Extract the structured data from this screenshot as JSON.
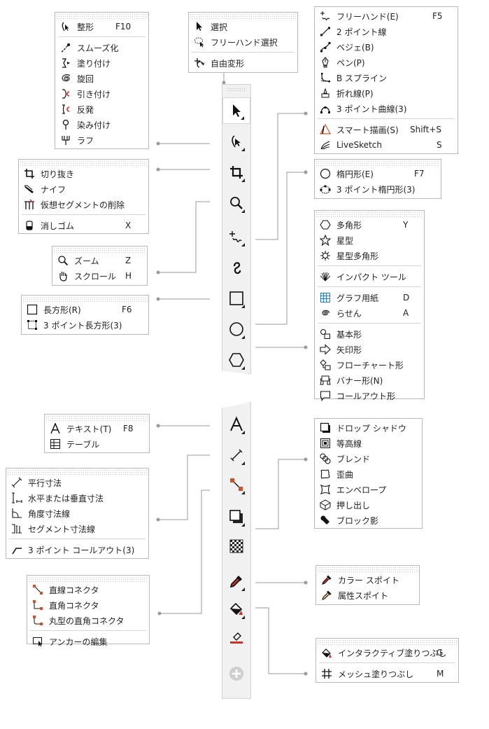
{
  "colors": {
    "accent": "#c8322d",
    "line": "#9a9a9a",
    "dot": "#9a9a9a"
  },
  "toolbox_top": {
    "tools": [
      {
        "name": "pick-tool",
        "icon": "arrow-icon"
      },
      {
        "name": "shape-tool",
        "icon": "shape-edit-icon"
      },
      {
        "name": "crop-tool",
        "icon": "crop-icon"
      },
      {
        "name": "zoom-tool",
        "icon": "magnifier-icon"
      },
      {
        "name": "freehand-tool",
        "icon": "freehand-icon"
      },
      {
        "name": "artistic-media-tool",
        "icon": "artistic-media-icon"
      },
      {
        "name": "rectangle-tool",
        "icon": "rectangle-icon"
      },
      {
        "name": "ellipse-tool",
        "icon": "ellipse-icon"
      },
      {
        "name": "polygon-tool",
        "icon": "polygon-icon"
      }
    ]
  },
  "toolbox_bottom": {
    "tools": [
      {
        "name": "text-tool",
        "icon": "text-icon"
      },
      {
        "name": "dimension-tool",
        "icon": "dimension-icon"
      },
      {
        "name": "connector-tool",
        "icon": "connector-icon"
      },
      {
        "name": "drop-shadow-tool",
        "icon": "drop-shadow-icon"
      },
      {
        "name": "transparency-tool",
        "icon": "checker-icon"
      },
      {
        "name": "eyedropper-tool",
        "icon": "eyedropper-icon"
      },
      {
        "name": "interactive-fill-tool",
        "icon": "fill-bucket-icon"
      },
      {
        "name": "smart-fill-tool",
        "icon": "smart-fill-icon"
      },
      {
        "name": "add-tool",
        "icon": "plus-circle-icon"
      }
    ]
  },
  "menus": {
    "pick": {
      "items": [
        {
          "label": "選択",
          "icon": "arrow-icon"
        },
        {
          "label": "フリーハンド選択",
          "icon": "freehand-select-icon"
        },
        {
          "label": "自由変形",
          "icon": "free-transform-icon"
        }
      ]
    },
    "shape": {
      "items": [
        {
          "label": "整形",
          "key": "F10",
          "icon": "shape-edit-icon"
        },
        {
          "label": "スムーズ化",
          "icon": "smooth-icon"
        },
        {
          "label": "塗り付け",
          "icon": "smudge-icon"
        },
        {
          "label": "旋回",
          "icon": "twirl-icon"
        },
        {
          "label": "引き付け",
          "icon": "attract-icon"
        },
        {
          "label": "反発",
          "icon": "repel-icon"
        },
        {
          "label": "染み付け",
          "icon": "smear-icon"
        },
        {
          "label": "ラフ",
          "icon": "roughen-icon"
        }
      ]
    },
    "crop": {
      "items": [
        {
          "label": "切り抜き",
          "icon": "crop-icon"
        },
        {
          "label": "ナイフ",
          "icon": "knife-icon"
        },
        {
          "label": "仮想セグメントの削除",
          "icon": "virtual-segment-delete-icon"
        },
        {
          "label": "消しゴム",
          "key": "X",
          "icon": "eraser-icon"
        }
      ]
    },
    "zoom": {
      "items": [
        {
          "label": "ズーム",
          "key": "Z",
          "icon": "magnifier-icon"
        },
        {
          "label": "スクロール",
          "key": "H",
          "icon": "hand-icon"
        }
      ]
    },
    "rect": {
      "items": [
        {
          "label": "長方形(R)",
          "key": "F6",
          "icon": "rectangle-icon"
        },
        {
          "label": "3 ポイント長方形(3)",
          "icon": "rectangle-3point-icon"
        }
      ]
    },
    "freehand": {
      "items": [
        {
          "label": "フリーハンド(E)",
          "key": "F5",
          "icon": "freehand-icon"
        },
        {
          "label": "2 ポイント線",
          "icon": "two-point-line-icon"
        },
        {
          "label": "ベジェ(B)",
          "icon": "bezier-icon"
        },
        {
          "label": "ペン(P)",
          "icon": "pen-icon"
        },
        {
          "label": "B スプライン",
          "icon": "b-spline-icon"
        },
        {
          "label": "折れ線(P)",
          "icon": "polyline-icon"
        },
        {
          "label": "3 ポイント曲線(3)",
          "icon": "three-point-curve-icon"
        },
        {
          "label": "スマート描画(S)",
          "key": "Shift+S",
          "icon": "smart-drawing-icon"
        },
        {
          "label": "LiveSketch",
          "key": "S",
          "icon": "livesketch-icon"
        }
      ]
    },
    "ellipse": {
      "items": [
        {
          "label": "楕円形(E)",
          "key": "F7",
          "icon": "ellipse-icon"
        },
        {
          "label": "3 ポイント楕円形(3)",
          "icon": "ellipse-3point-icon"
        }
      ]
    },
    "polygon": {
      "items": [
        {
          "label": "多角形",
          "key": "Y",
          "icon": "polygon-icon"
        },
        {
          "label": "星型",
          "icon": "star-icon"
        },
        {
          "label": "星型多角形",
          "icon": "complex-star-icon"
        },
        {
          "label": "インパクト ツール",
          "icon": "impact-icon"
        },
        {
          "label": "グラフ用紙",
          "key": "D",
          "icon": "graph-paper-icon"
        },
        {
          "label": "らせん",
          "key": "A",
          "icon": "spiral-icon"
        },
        {
          "label": "基本形",
          "icon": "basic-shapes-icon"
        },
        {
          "label": "矢印形",
          "icon": "arrow-shapes-icon"
        },
        {
          "label": "フローチャート形",
          "icon": "flowchart-shapes-icon"
        },
        {
          "label": "バナー形(N)",
          "icon": "banner-shapes-icon"
        },
        {
          "label": "コールアウト形",
          "icon": "callout-shapes-icon"
        }
      ]
    },
    "text": {
      "items": [
        {
          "label": "テキスト(T)",
          "key": "F8",
          "icon": "text-icon"
        },
        {
          "label": "テーブル",
          "icon": "table-icon"
        }
      ]
    },
    "dimension": {
      "items": [
        {
          "label": "平行寸法",
          "icon": "parallel-dimension-icon"
        },
        {
          "label": "水平または垂直寸法",
          "icon": "hv-dimension-icon"
        },
        {
          "label": "角度寸法線",
          "icon": "angular-dimension-icon"
        },
        {
          "label": "セグメント寸法線",
          "icon": "segment-dimension-icon"
        },
        {
          "label": "3 ポイント コールアウト(3)",
          "icon": "callout-3point-icon"
        }
      ]
    },
    "connector": {
      "items": [
        {
          "label": "直線コネクタ",
          "icon": "straight-connector-icon"
        },
        {
          "label": "直角コネクタ",
          "icon": "right-angle-connector-icon"
        },
        {
          "label": "丸型の直角コネクタ",
          "icon": "rounded-connector-icon"
        },
        {
          "label": "アンカーの編集",
          "icon": "edit-anchor-icon"
        }
      ]
    },
    "effects": {
      "items": [
        {
          "label": "ドロップ シャドウ",
          "icon": "drop-shadow-icon"
        },
        {
          "label": "等高線",
          "icon": "contour-icon"
        },
        {
          "label": "ブレンド",
          "icon": "blend-icon"
        },
        {
          "label": "歪曲",
          "icon": "distort-icon"
        },
        {
          "label": "エンベロープ",
          "icon": "envelope-icon"
        },
        {
          "label": "押し出し",
          "icon": "extrude-icon"
        },
        {
          "label": "ブロック影",
          "icon": "block-shadow-icon"
        }
      ]
    },
    "eyedropper": {
      "items": [
        {
          "label": "カラー スポイト",
          "icon": "eyedropper-icon"
        },
        {
          "label": "属性スポイト",
          "icon": "attribute-eyedropper-icon"
        }
      ]
    },
    "fill": {
      "items": [
        {
          "label": "インタラクティブ塗りつぶし",
          "key": "G",
          "icon": "fill-bucket-icon"
        },
        {
          "label": "メッシュ塗りつぶし",
          "key": "M",
          "icon": "mesh-fill-icon"
        }
      ]
    }
  }
}
